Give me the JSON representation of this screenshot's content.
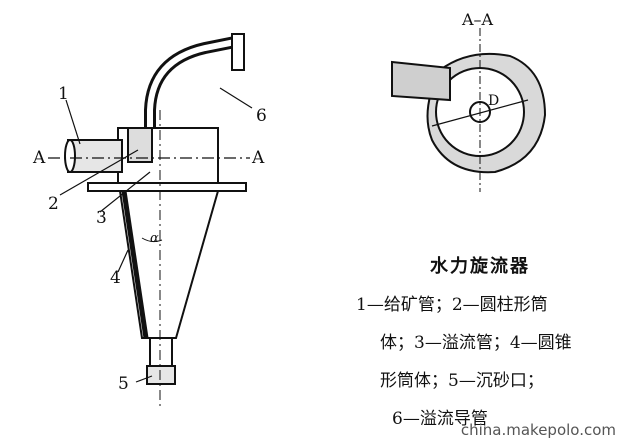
{
  "labels": {
    "n1": "1",
    "n2": "2",
    "n3": "3",
    "n4": "4",
    "n5": "5",
    "n6": "6",
    "aa_left": "A",
    "aa_right": "A",
    "alpha": "α",
    "section_title": "A–A",
    "d_label": "D"
  },
  "title": "水力旋流器",
  "legend": [
    "1—给矿管；2—圆柱形筒",
    "体；3—溢流管；4—圆锥",
    "形筒体；5—沉砂口；",
    "6—溢流导管"
  ],
  "watermark": "china.makepolo.com"
}
